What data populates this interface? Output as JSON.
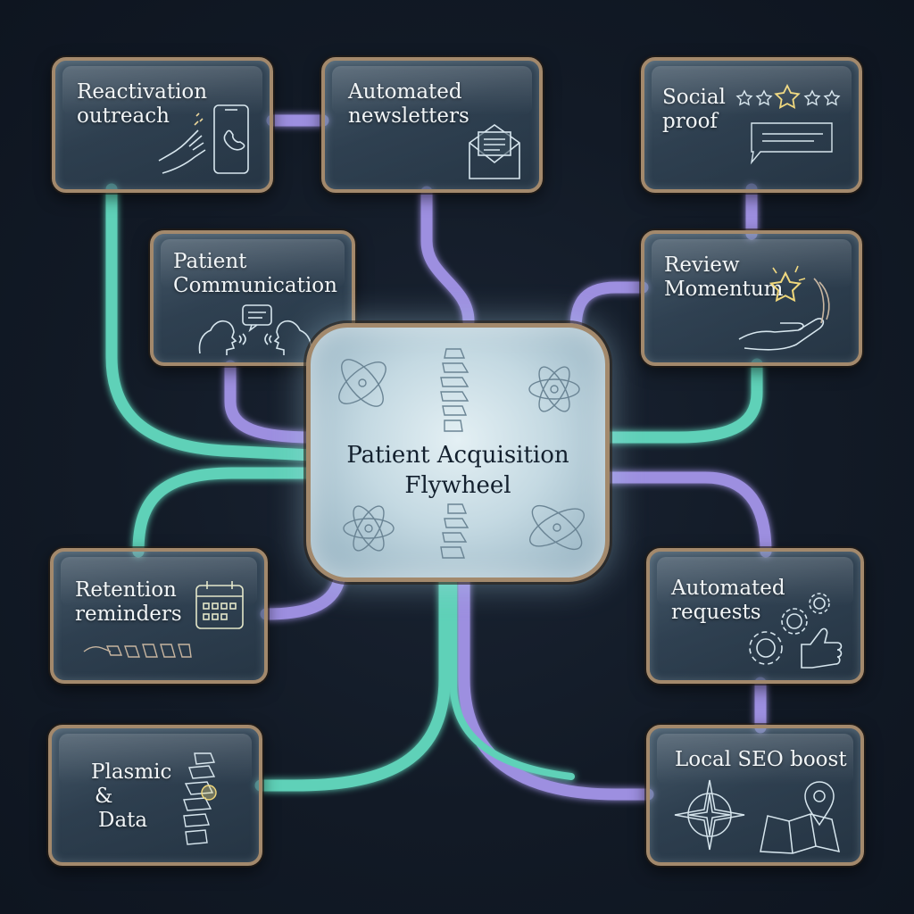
{
  "hub": {
    "lines": [
      "Patient Acquisition",
      "Flywheel"
    ]
  },
  "nodes": [
    {
      "id": "reactivation",
      "lines": [
        "Reactivation",
        "outreach"
      ],
      "icon": "phone-hand-icon"
    },
    {
      "id": "newsletters",
      "lines": [
        "Automated",
        "newsletters"
      ],
      "icon": "envelope-icon"
    },
    {
      "id": "social",
      "lines": [
        "Social",
        "proof"
      ],
      "icon": "star-rating-icon"
    },
    {
      "id": "communication",
      "lines": [
        "Patient",
        "Communication"
      ],
      "icon": "conversation-icon"
    },
    {
      "id": "review",
      "lines": [
        "Review",
        "Momentum"
      ],
      "icon": "star-hand-icon"
    },
    {
      "id": "retention",
      "lines": [
        "Retention",
        "reminders"
      ],
      "icon": "calendar-icon"
    },
    {
      "id": "requests",
      "lines": [
        "Automated",
        "requests"
      ],
      "icon": "gears-thumbs-up-icon"
    },
    {
      "id": "plasmic",
      "lines": [
        "Plasmic",
        "&",
        "Data"
      ],
      "icon": "spine-icon"
    },
    {
      "id": "seo",
      "lines": [
        "Local SEO boost"
      ],
      "icon": "compass-map-icon"
    }
  ],
  "colors": {
    "teal": "#5fd1b8",
    "lavender": "#9d8fe0",
    "frame": "#a3896c"
  }
}
